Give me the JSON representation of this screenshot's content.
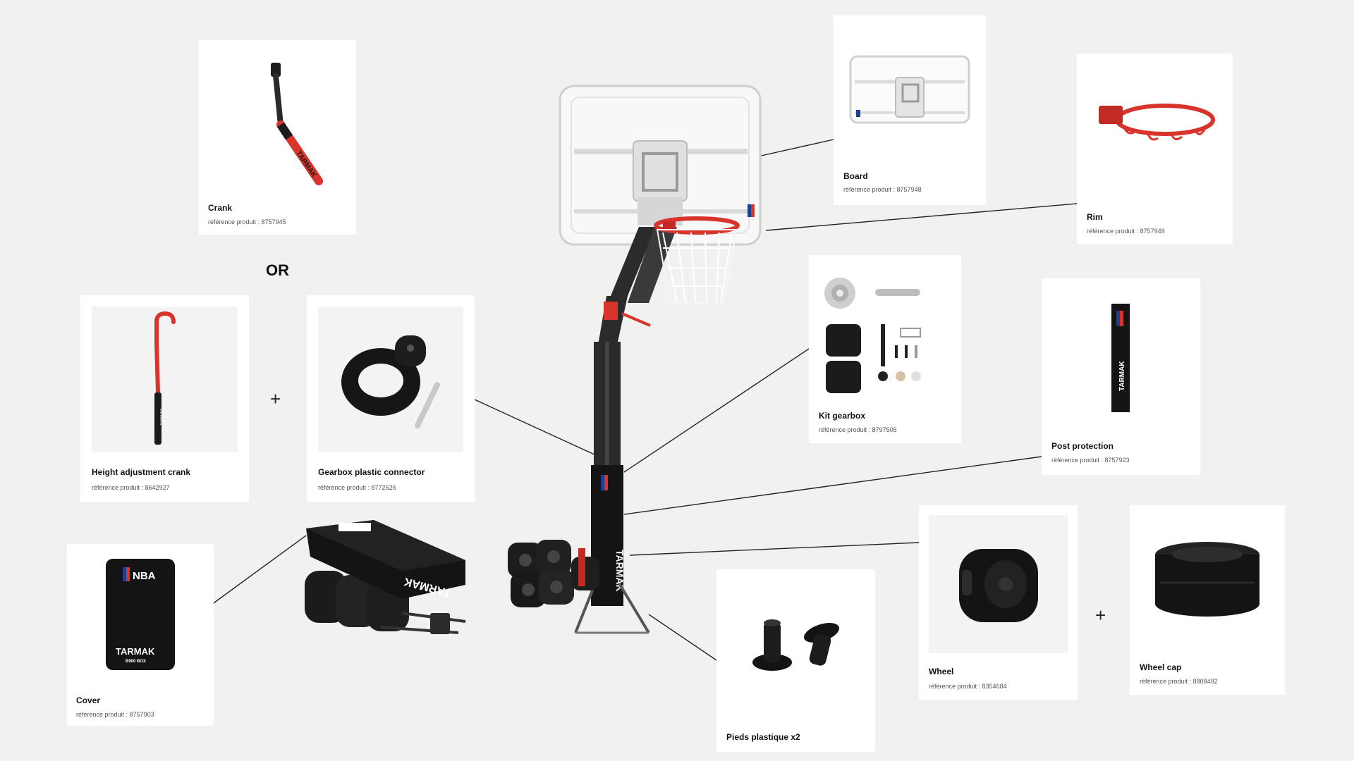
{
  "parts": {
    "crank": {
      "name": "Crank",
      "ref": "référence produit : 8757945"
    },
    "board": {
      "name": "Board",
      "ref": "référence produit : 8757948"
    },
    "rim": {
      "name": "Rim",
      "ref": "référence produit : 8757949"
    },
    "height_crank": {
      "name": "Height adjustment crank",
      "ref": "référence produit : 8642927"
    },
    "gearbox_connector": {
      "name": "Gearbox plastic connector",
      "ref": "référence produit : 8772626"
    },
    "kit_gearbox": {
      "name": "Kit gearbox",
      "ref": "référence produit : 8797505"
    },
    "post_protection": {
      "name": "Post protection",
      "ref": "référence produit : 8757923"
    },
    "cover": {
      "name": "Cover",
      "ref": "référence produit : 8757903"
    },
    "wheel": {
      "name": "Wheel",
      "ref": "référence produit : 8354684"
    },
    "wheel_cap": {
      "name": "Wheel cap",
      "ref": "référence produit : 8808492"
    },
    "feet": {
      "name": "Pieds plastique x2"
    }
  },
  "symbols": {
    "or": "OR",
    "plus": "+"
  },
  "logos": {
    "tarmak": "TARMAK",
    "nba": "NBA",
    "box": "B900 BOX"
  },
  "colors": {
    "background": "#f1f1f0",
    "accent_red": "#d9342b",
    "dark": "#1b1b1b"
  }
}
